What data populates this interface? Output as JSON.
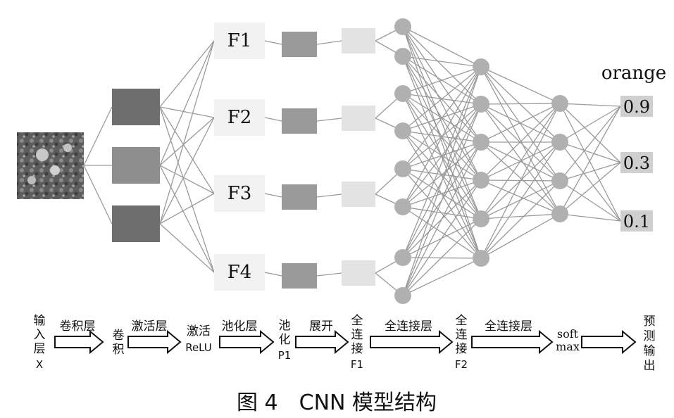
{
  "diagram": {
    "feature_maps": [
      "F1",
      "F2",
      "F3",
      "F4"
    ],
    "output": {
      "label": "orange",
      "values": [
        "0.9",
        "0.3",
        "0.1"
      ]
    },
    "pipeline": {
      "input": [
        "输",
        "入",
        "层",
        "X"
      ],
      "arrow1": "卷积层",
      "conv": [
        "卷",
        "积"
      ],
      "arrow2": "激活层",
      "relu": [
        "激活",
        "ReLU"
      ],
      "arrow3": "池化层",
      "pool": [
        "池",
        "化",
        "P1"
      ],
      "arrow4": "展开",
      "fc1": [
        "全",
        "连",
        "接",
        "F1"
      ],
      "arrow5": "全连接层",
      "fc2": [
        "全",
        "连",
        "接",
        "F2"
      ],
      "arrow6": "全连接层",
      "softmax": [
        "soft",
        "max"
      ],
      "output": [
        "预",
        "测",
        "输",
        "出"
      ]
    },
    "caption": "图 4　CNN 模型结构"
  }
}
